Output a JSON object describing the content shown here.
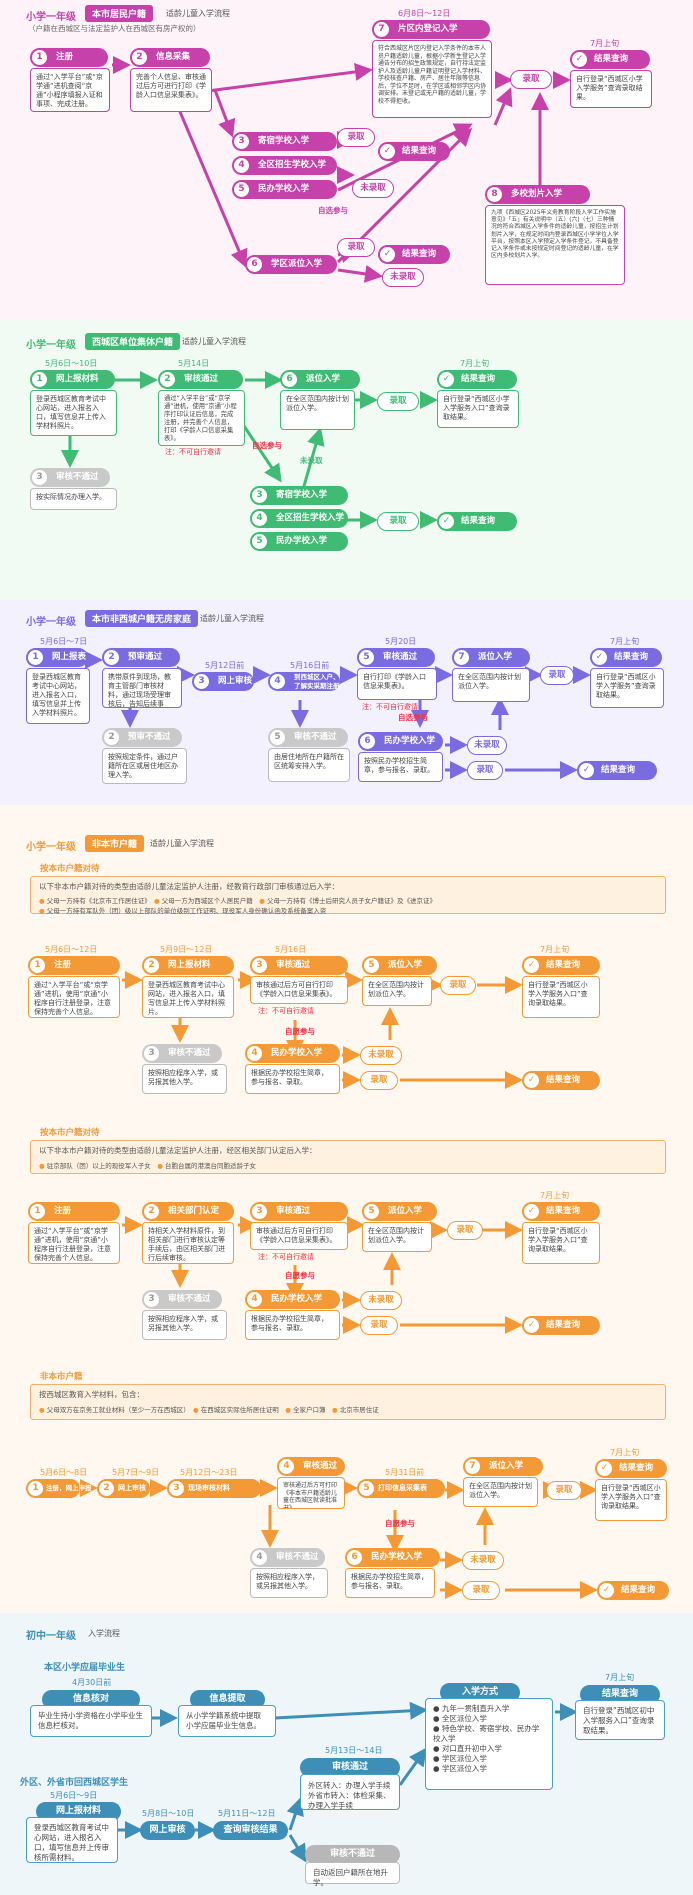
{
  "colors": {
    "pink": "#c641a9",
    "green": "#3fbb73",
    "purple": "#7b6be0",
    "orange": "#f39a37",
    "blue": "#3d8fb8",
    "gray": "#c9c9c9"
  },
  "sec1": {
    "grade": "小学一年级",
    "badge": "本市居民户籍",
    "sub": "适龄儿童入学流程",
    "note": "（户籍在西城区与法定监护人在西城区有房产权的）",
    "s1_title": "注册",
    "s1_text": "通过“入学平台”或“京学通”进机查阅“京通”小程序填报入证和事项、完成注册。",
    "s2_title": "信息采集",
    "s2_text": "完善个人信息、审核通过后方可进行打印《学龄人口信息采集表》。",
    "s3": "寄宿学校入学",
    "s4": "全区招生学校入学",
    "s5": "民办学校入学",
    "s6": "学区派位入学",
    "s7_date": "6月8日～12日",
    "s7_title": "片区内登记入学",
    "s7_text": "符合西城区片区内登记入学条件的本市人员户籍适龄儿童，根据小学新生登记入学通告分布的招生政策规定，自行持法定监护人及适龄儿童户籍证明登记入学材料、学校核查户籍、房产、居住年限等信息后，学位不足时，在学区或相邻学区内协调安排。未登记或无户籍的适龄儿童，学校不得拒收。",
    "s8_title": "多校划片入学",
    "s8_text": "九项《西城区2025年义务教育阶段入学工作实施意见》「五」有关说明中（五）(六)（七）三种情况的符合西城区入学条件的适龄儿童，按招生计划划片入学，在规定时间内登录西城区小学学位入学平台，按照本区入学预定入学条件登记，不具备登记入学条件或未按规定时间登记的适龄儿童，在学区内多校划片入学。",
    "res_date": "7月上旬",
    "res_title": "结果查询",
    "res_text": "自行登录“西城区小学入学服务”查询录取结果。",
    "luqu": "录取",
    "weiluqu": "未录取",
    "zixuan": "自选参与",
    "weiluqu2": "未录取"
  },
  "sec2": {
    "grade": "小学一年级",
    "badge": "西城区单位集体户籍",
    "sub": "适龄儿童入学流程",
    "d1": "5月6日～10日",
    "s1_title": "网上报材料",
    "s1_text": "登录西城区教育考试中心网站，进入报名入口，填写信息并上传入学材料照片。",
    "d2": "5月14日",
    "s2_title": "审核通过",
    "s2_text": "通过“入学平台”或“京学通”进机，使用“京通”小程序打印认证后信息，完成注册，并完善个人信息，打印《学龄人口信息采集表》。",
    "s2_red": "注：不可自行邀请",
    "s3_title": "审核不通过",
    "s3_text": "按实际情况办理入学。",
    "s6_title": "派位入学",
    "s6_text": "在全区范围内按计划派位入学。",
    "r_date": "7月上旬",
    "r_title": "结果查询",
    "r_text": "自行登录“西城区小学入学服务入口”查询录取结果。",
    "a3": "寄宿学校入学",
    "a4": "全区招生学校入学",
    "a5": "民办学校入学",
    "luqu": "录取",
    "weiluqu": "未录取",
    "zixuan": "自选参与",
    "res2": "结果查询"
  },
  "sec3": {
    "grade": "小学一年级",
    "badge": "本市非西城户籍无房家庭",
    "sub": "适龄儿童入学流程",
    "d1": "5月6日～7日",
    "s1_title": "网上报表",
    "s1_text": "登录西城区教育考试中心网站，进入报名入口，填写信息并上传入学材料照片。",
    "s2_title": "预审通过",
    "s2_text": "携带原件到现场，教育主管部门审核材料，通过现场受理审核后，告知后续事宜。",
    "d3": "5月12日前",
    "s3_title": "网上审核",
    "d4": "5月16日前",
    "s4_title": "到西城区入户、了解实采期注册",
    "d5": "5月20日",
    "s5_title": "审核通过",
    "s5_text": "自行打印《学龄入口信息采集表》。",
    "s5_red": "注：不可自行邀请",
    "s7_title": "派位入学",
    "s7_text": "在全区范围内按计划派位入学。",
    "r_date": "7月上旬",
    "r_title": "结果查询",
    "r_text": "自行登录“西城区小学入学服务”查询录取结果。",
    "s2b_title": "预审不通过",
    "s2b_text": "按照规定条件，通过户籍所在区或居住地区办理入学。",
    "s5b_title": "审核不通过",
    "s5b_text": "由居住地所在户籍所在区统筹安排入学。",
    "s6_title": "民办学校入学",
    "s6_text": "按照民办学校招生简章，参与报名、录取。",
    "luqu": "录取",
    "weiluqu": "未录取",
    "zixuan": "自选参与",
    "res2": "结果查询"
  },
  "sec4": {
    "grade": "小学一年级",
    "badge": "非本市户籍",
    "sub": "适龄儿童入学流程",
    "h1": "按本市户籍对待",
    "p1_line": "以下非本市户籍对待的类型由适龄儿童法定监护人注册，经教育行政部门审核通过后入学：",
    "p1_items": [
      "父母一方持有《北京市工作居住证》",
      "父母一方为西城区个人居民户籍",
      "父母一方持有《博士后研究人员子女户籍证》及《进京证》",
      "父母一方持有军队外（团）级以上部队的单位级别工作证明、现役军人身份确认函及系统备案入资"
    ],
    "a_d1": "5月6日～12日",
    "a1": "注册",
    "a1t": "通过“入学平台”或“京学通”进机，使用“京通”小程序自行注册登录，注意保持完善个人信息。",
    "a_d2": "5月9日～12日",
    "a2": "网上报材料",
    "a2t": "登录西城区教育考试中心网站，进入报名入口，填写信息并上传入学材料照片。",
    "a_d3": "5月16日",
    "a3": "审核通过",
    "a3t": "审核通过后方可自行打印《学龄入口信息采集表》。",
    "a3r": "注：不可自行邀请",
    "a5": "派位入学",
    "a5t": "在全区范围内按计划派位入学。",
    "ar_d": "7月上旬",
    "ar": "结果查询",
    "art": "自行登录“西城区小学入学服务入口”查询录取结果。",
    "a3b": "审核不通过",
    "a3bt": "按照相应程序入学，或另报其他入学。",
    "a4": "民办学校入学",
    "a4t": "根据民办学校招生简章，参与报名、录取。",
    "h2": "按本市户籍对待",
    "p2_line": "以下非本市户籍对待的类型由适龄儿童法定监护人注册，经区相关部门认定后入学：",
    "p2_items": [
      "驻京部队（团）以上的现役军人子女",
      "台胞台属的港澳台同胞适龄子女"
    ],
    "b1": "注册",
    "b1t": "通过“入学平台”或“京学通”进机，使用“京通”小程序自行注册登录，注意保持完善个人信息。",
    "b2": "相关部门认定",
    "b2t": "持相关入学材料原件，到相关部门进行审核认定等手续后，由区相关部门进行后续审核。",
    "b3": "审核通过",
    "b3t": "审核通过后方可自行打印《学龄入口信息采集表》。",
    "b3r": "注：不可自行邀请",
    "b5": "派位入学",
    "b5t": "在全区范围内按计划派位入学。",
    "br_d": "7月上旬",
    "br": "结果查询",
    "brt": "自行登录“西城区小学入学服务入口”查询录取结果。",
    "b3b": "审核不通过",
    "b3bt": "按照相应程序入学，或另报其他入学。",
    "b4": "民办学校入学",
    "b4t": "根据民办学校招生简章，参与报名、录取。",
    "h3": "非本市户籍",
    "p3_line": "按西城区教育入学材料，包含：",
    "p3_items": [
      "父母双方在京务工就业材料（至少一方在西城区）",
      "在西城区实际住所居住证明",
      "全家户口簿",
      "北京市居住证"
    ],
    "c_d1": "5月6日～8日",
    "c1": "注册，网上申报",
    "c_d2": "5月7日～9日",
    "c2": "网上审核",
    "c_d3": "5月12日～23日",
    "c3": "现场审核材料",
    "c4": "审核通过",
    "c4t": "审核通过后方可打印《非本市户籍适龄儿童在西城区就读批准书》。",
    "c_d5": "5月31日前",
    "c5": "打印信息采集表",
    "c7": "派位入学",
    "c7t": "在全区范围内按计划派位入学。",
    "cr_d": "7月上旬",
    "cr": "结果查询",
    "crt": "自行登录“西城区小学入学服务入口”查询录取结果。",
    "c4b": "审核不通过",
    "c4bt": "按照相应程序入学，或另报其他入学。",
    "c6": "民办学校入学",
    "c6t": "根据民办学校招生简章，参与报名、录取。",
    "luqu": "录取",
    "weiluqu": "未录取",
    "zixuan": "自愿参与",
    "res2": "结果查询"
  },
  "sec5": {
    "grade": "初中一年级",
    "sub": "入学流程",
    "g1": "本区小学应届毕业生",
    "g1_date": "4月30日前",
    "g1_s1": "信息核对",
    "g1_s1t": "毕业生持小学资格在小学毕业生信息栏核对。",
    "g1_s2": "信息提取",
    "g1_s2t": "从小学学籍系统中提取小学应届毕业生信息。",
    "g2": "外区、外省市回西城区学生",
    "g2_date": "5月6日～9日",
    "g2_s1": "网上报材料",
    "g2_s1t": "登录西城区教育考试中心网站，进入报名入口，填写信息并上传审核所需材料。",
    "g2_d2": "5月8日～10日",
    "g2_s2": "网上审核",
    "g2_d3": "5月11日～12日",
    "g2_s3": "查询审核结果",
    "g2_d4": "5月13日～14日",
    "g2_s4": "审核通过",
    "g2_s4t": [
      "外区转入：办理入学手续",
      "外省市转入：体检采集、办理入学手续"
    ],
    "g2_s5": "审核不通过",
    "g2_s5t": "自动返回户籍所在地升学。",
    "way": "入学方式",
    "way_items": [
      "九年一贯制直升入学",
      "全区派位入学",
      "特色学校、寄宿学校、民办学校入学",
      "对口直升初中入学",
      "学区派位入学",
      "学区派位入学"
    ],
    "r_date": "7月上旬",
    "r_title": "结果查询",
    "r_text": "自行登录“西城区初中入学服务入口”查询录取结果。"
  }
}
